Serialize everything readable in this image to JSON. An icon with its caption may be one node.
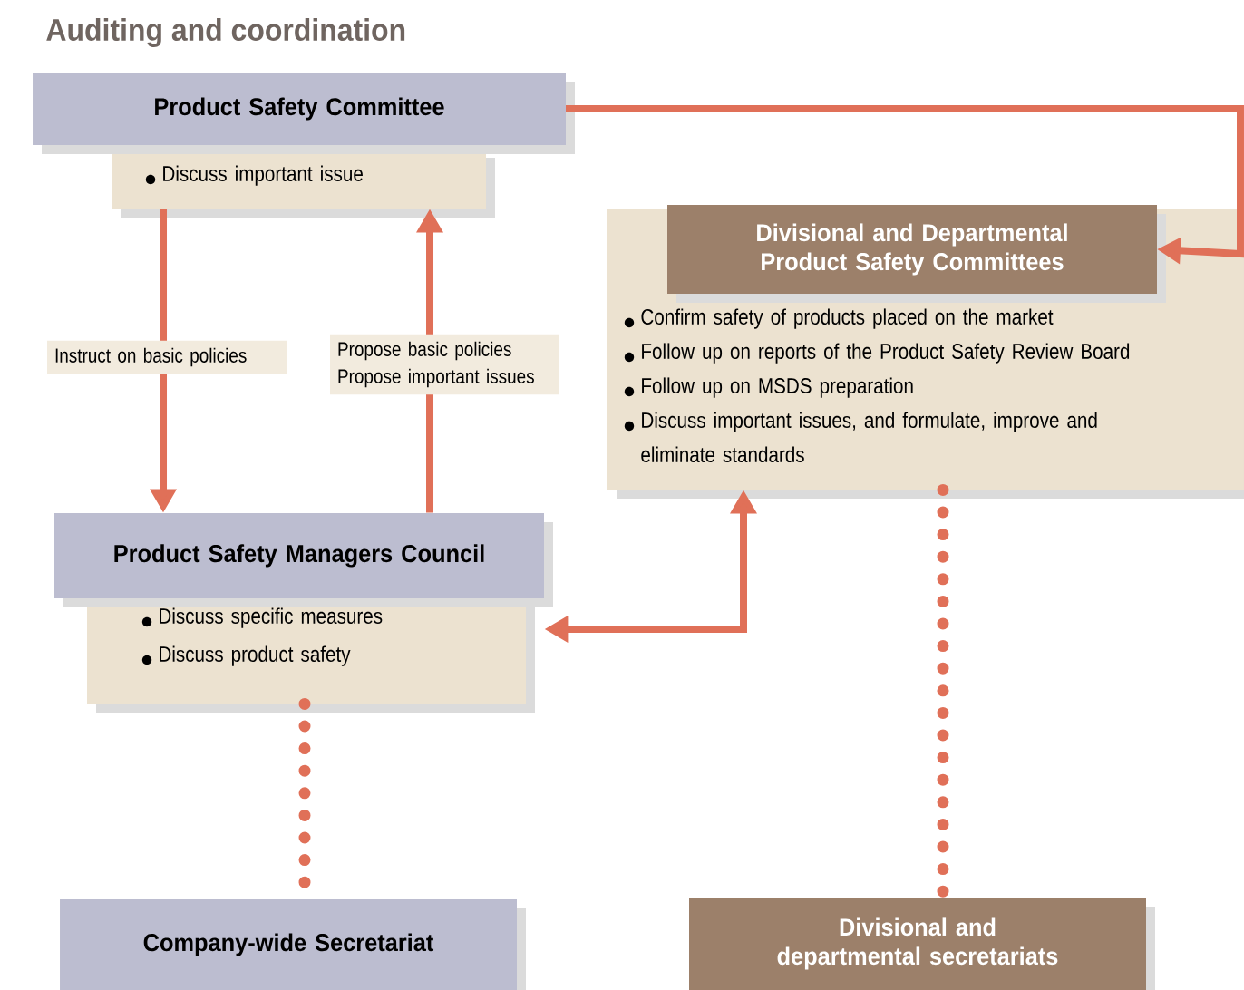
{
  "diagram": {
    "title": "Auditing and coordination",
    "nodes": [
      {
        "text": [
          "Product Safety Committee",
          "Discuss important issue"
        ]
      },
      {
        "text": [
          "Divisional and Departmental Product Safety Committees",
          "Confirm safety of products placed on the market",
          "Follow up on reports of the Product Safety Review Board",
          "Follow up on MSDS preparation",
          "Discuss important issues, and formulate, improve and eliminate standards"
        ]
      },
      {
        "text": [
          "Product Safety Managers Council",
          "Discuss specific measures",
          "Discuss product safety"
        ]
      },
      {
        "text": [
          "Company-wide Secretariat"
        ]
      },
      {
        "text": [
          "Divisional and departmental secretariats"
        ]
      }
    ],
    "edges": [
      {
        "from": 0,
        "to": 2,
        "arrow": "to",
        "label": "Instruct on basic policies"
      },
      {
        "from": 2,
        "to": 0,
        "arrow": "to",
        "label": "Propose basic policies Propose important issues"
      },
      {
        "from": 0,
        "to": 1,
        "arrow": "to"
      },
      {
        "from": 1,
        "to": 2,
        "arrow": "both"
      },
      {
        "from": 2,
        "to": 3,
        "arrow": "none",
        "style": "dashed"
      },
      {
        "from": 1,
        "to": 4,
        "arrow": "none",
        "style": "dashed"
      }
    ]
  }
}
